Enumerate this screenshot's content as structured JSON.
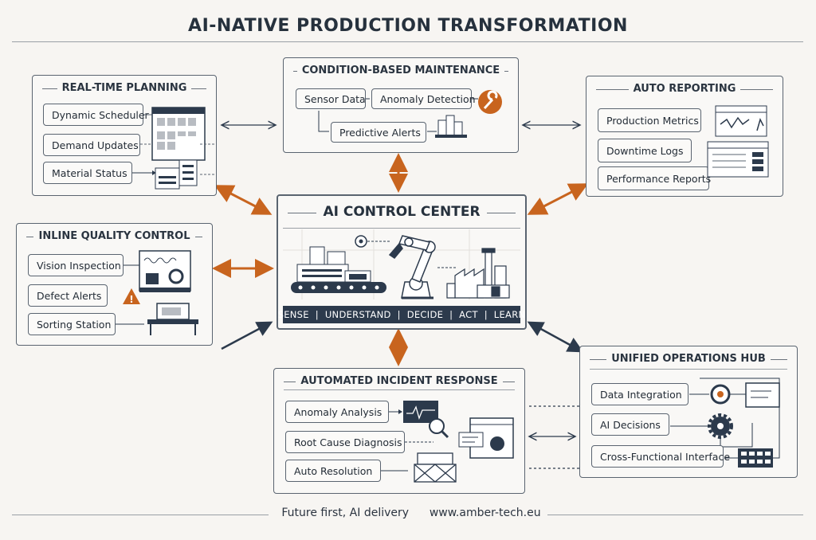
{
  "title": "AI-NATIVE PRODUCTION TRANSFORMATION",
  "colors": {
    "accent": "#c8641e",
    "navy": "#2c3a4c",
    "background": "#f7f5f2"
  },
  "panels": {
    "planning": {
      "title": "REAL-TIME PLANNING",
      "items": [
        "Dynamic Scheduler",
        "Demand Updates",
        "Material Status"
      ]
    },
    "maintenance": {
      "title": "CONDITION-BASED MAINTENANCE",
      "items": [
        "Sensor Data",
        "Anomaly Detection",
        "Predictive Alerts"
      ],
      "icon": "wrench-icon"
    },
    "reporting": {
      "title": "AUTO REPORTING",
      "items": [
        "Production Metrics",
        "Downtime Logs",
        "Performance Reports"
      ]
    },
    "quality": {
      "title": "INLINE QUALITY CONTROL",
      "items": [
        "Vision Inspection",
        "Defect Alerts",
        "Sorting Station"
      ],
      "icon": "warning-icon"
    },
    "center": {
      "title": "AI CONTROL CENTER",
      "banner": "SENSE  |  UNDERSTAND  |  DECIDE  |  ACT  |  LEARN"
    },
    "incident": {
      "title": "AUTOMATED INCIDENT RESPONSE",
      "items": [
        "Anomaly Analysis",
        "Root Cause Diagnosis",
        "Auto Resolution"
      ]
    },
    "hub": {
      "title": "UNIFIED OPERATIONS HUB",
      "items": [
        "Data Integration",
        "AI Decisions",
        "Cross-Functional Interface"
      ],
      "icon": "gear-icon"
    }
  },
  "footer": {
    "tagline": "Future first, AI delivery",
    "url": "www.amber-tech.eu"
  }
}
